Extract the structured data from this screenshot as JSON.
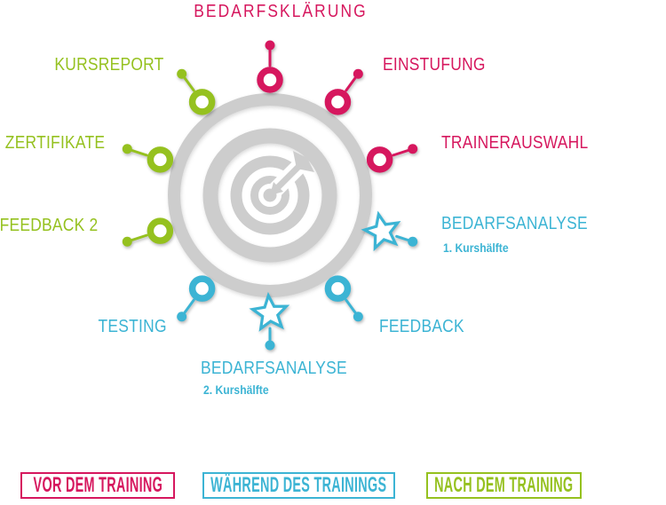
{
  "diagram": {
    "center_icon": "target-dart-icon",
    "colors": {
      "pre": "#d6175e",
      "during": "#3cb4d4",
      "post": "#95c11f",
      "wheel_gray": "#cdcdcd"
    },
    "steps": [
      {
        "id": "bedarfsklaerung",
        "label": "BEDARFSKLÄRUNG",
        "phase": "pre",
        "node": "ring",
        "angle": 0
      },
      {
        "id": "einstufung",
        "label": "EINSTUFUNG",
        "phase": "pre",
        "node": "ring",
        "angle": 36
      },
      {
        "id": "trainerauswahl",
        "label": "TRAINERAUSWAHL",
        "phase": "pre",
        "node": "ring",
        "angle": 72
      },
      {
        "id": "bedarfsanalyse-1",
        "label": "BEDARFSANALYSE",
        "sublabel": "1. Kurshälfte",
        "phase": "during",
        "node": "star",
        "angle": 108
      },
      {
        "id": "feedback",
        "label": "FEEDBACK",
        "phase": "during",
        "node": "ring",
        "angle": 144
      },
      {
        "id": "bedarfsanalyse-2",
        "label": "BEDARFSANALYSE",
        "sublabel": "2. Kurshälfte",
        "phase": "during",
        "node": "star",
        "angle": 180
      },
      {
        "id": "testing",
        "label": "TESTING",
        "phase": "during",
        "node": "ring",
        "angle": 216
      },
      {
        "id": "feedback-2",
        "label": "FEEDBACK 2",
        "phase": "post",
        "node": "ring",
        "angle": 252
      },
      {
        "id": "zertifikate",
        "label": "ZERTIFIKATE",
        "phase": "post",
        "node": "ring",
        "angle": 288
      },
      {
        "id": "kursreport",
        "label": "KURSREPORT",
        "phase": "post",
        "node": "ring",
        "angle": 324
      }
    ],
    "legend": [
      {
        "id": "pre",
        "label": "VOR DEM TRAINING"
      },
      {
        "id": "during",
        "label": "WÄHREND DES TRAININGS"
      },
      {
        "id": "post",
        "label": "NACH DEM TRAINING"
      }
    ]
  }
}
